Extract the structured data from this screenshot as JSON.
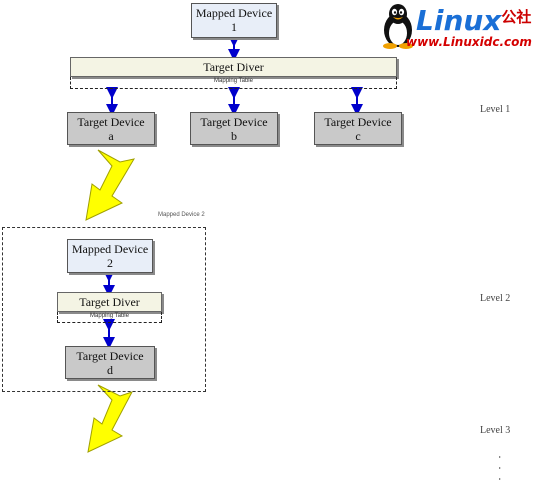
{
  "logo": {
    "brand": "Linux",
    "suffix": "公社",
    "url": "www.Linuxidc.com",
    "brand_color": "#1a6fd6",
    "suffix_color": "#cc0000",
    "url_color": "#d40000",
    "icon": "tux-penguin-icon"
  },
  "level1": {
    "mapped_device": {
      "line1": "Mapped Device",
      "line2": "1"
    },
    "target_driver": "Target  Diver",
    "mapping_table": "Mapping Table",
    "targets": [
      {
        "line1": "Target Device",
        "line2": "a"
      },
      {
        "line1": "Target Device",
        "line2": "b"
      },
      {
        "line1": "Target Device",
        "line2": "c"
      }
    ],
    "label": "Level 1"
  },
  "level2": {
    "region_label": "Mapped Device 2",
    "mapped_device": {
      "line1": "Mapped Device",
      "line2": "2"
    },
    "target_driver": "Target  Diver",
    "mapping_table": "Mapping Table",
    "target": {
      "line1": "Target Device",
      "line2": "d"
    },
    "label": "Level 2"
  },
  "level3": {
    "label": "Level 3"
  },
  "continuation": "·  ·  ·",
  "colors": {
    "arrow_fill": "#ffff00",
    "arrow_stroke": "#a0a000",
    "connector": "#0000cc",
    "mapped_box": "#e8eef8",
    "target_box": "#c9c9c9",
    "driver_box": "#f4f4e4"
  }
}
